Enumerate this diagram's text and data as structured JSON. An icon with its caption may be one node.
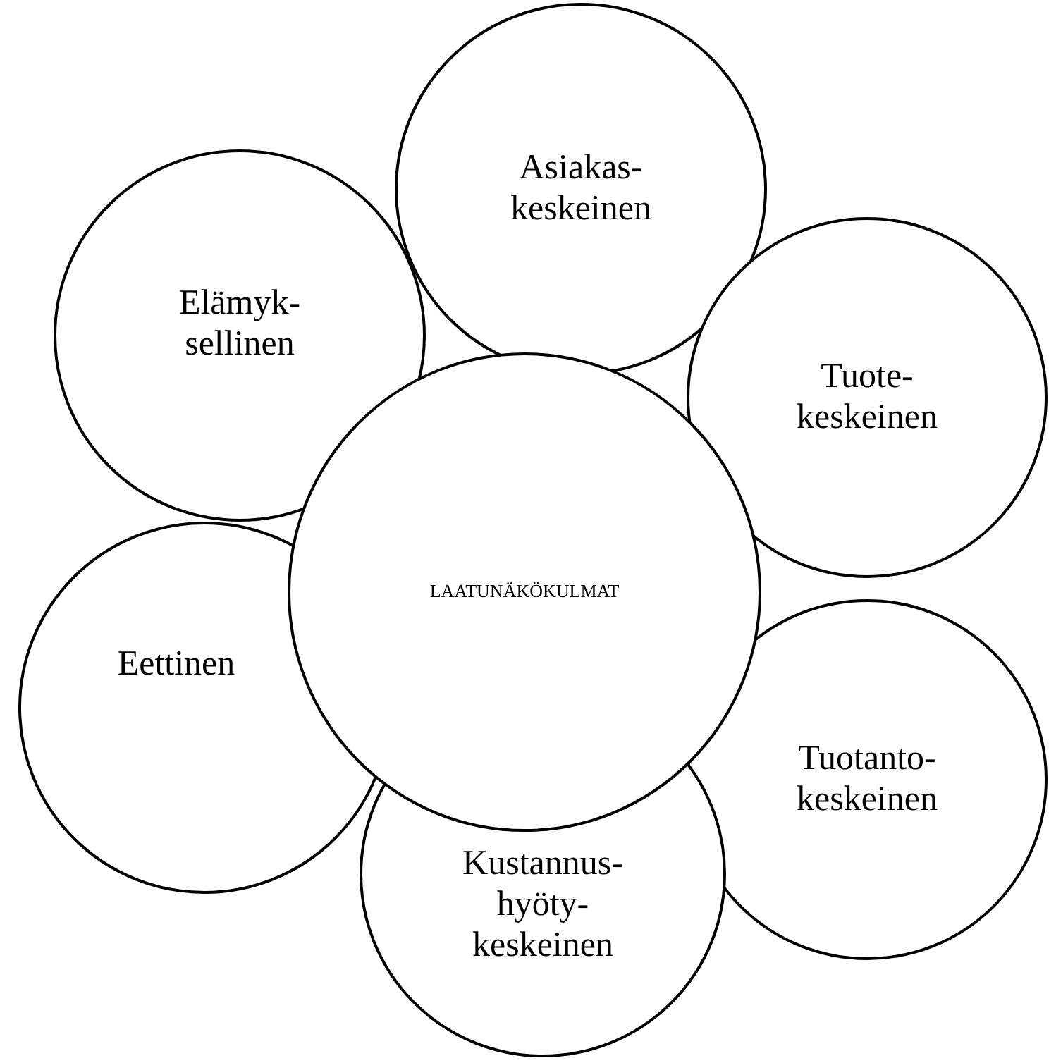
{
  "diagram": {
    "nodes": [
      {
        "text": [
          "Asiakas- keskeinen"
        ]
      },
      {
        "text": [
          "Elämyk- sellinen"
        ]
      },
      {
        "text": [
          "Tuote- keskeinen"
        ]
      },
      {
        "text": [
          "LAATUNÄKÖKULMAT"
        ]
      },
      {
        "text": [
          "Eettinen"
        ]
      },
      {
        "text": [
          "Tuotanto- keskeinen"
        ]
      },
      {
        "text": [
          "Kustannus- hyöty- keskeinen"
        ]
      }
    ],
    "edges": []
  }
}
